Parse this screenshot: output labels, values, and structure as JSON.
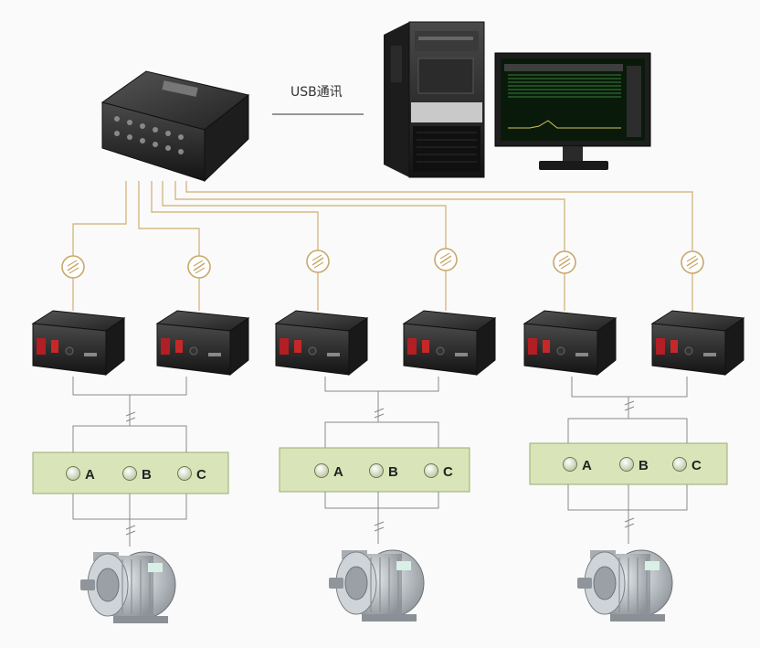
{
  "diagram": {
    "usb_label": "USB通讯",
    "port_labels": [
      "A",
      "B",
      "C"
    ],
    "colors": {
      "fiber": "#d6b985",
      "wire": "#8a8a8a",
      "terminal_fill": "#d9e5b8",
      "terminal_stroke": "#9aaa70",
      "device_body": "#2a2a2a"
    },
    "icons": {
      "hub": "fiber-hub-icon",
      "pc": "desktop-tower-icon",
      "monitor": "monitor-icon",
      "transmitter": "fiber-transmitter-icon",
      "coupler": "fiber-coupler-icon",
      "motor": "motor-icon"
    },
    "groups": 3
  }
}
